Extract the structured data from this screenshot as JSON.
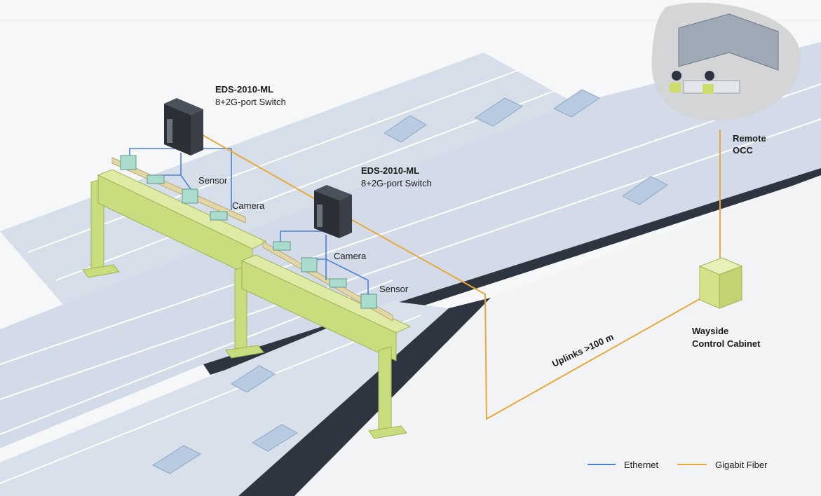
{
  "devices": [
    {
      "model": "EDS-2010-ML",
      "desc": "8+2G-port Switch"
    },
    {
      "model": "EDS-2010-ML",
      "desc": "8+2G-port Switch"
    }
  ],
  "labels": {
    "sensor_1": "Sensor",
    "camera_1": "Camera",
    "camera_2": "Camera",
    "sensor_2": "Sensor",
    "uplink": "Uplinks >100 m",
    "occ_line1": "Remote",
    "occ_line2": "OCC",
    "cabinet_line1": "Wayside",
    "cabinet_line2": "Control Cabinet"
  },
  "legend": [
    {
      "label": "Ethernet",
      "color": "#4a7fd6"
    },
    {
      "label": "Gigabit Fiber",
      "color": "#e8a93a"
    }
  ],
  "colors": {
    "road": "#d3dbe8",
    "road_edge": "#2f3540",
    "gantry": "#c9dc7e",
    "gantry_dark": "#9fb556",
    "ethernet": "#4a7fd6",
    "fiber": "#e8a93a",
    "switch": "#2b2f36"
  }
}
